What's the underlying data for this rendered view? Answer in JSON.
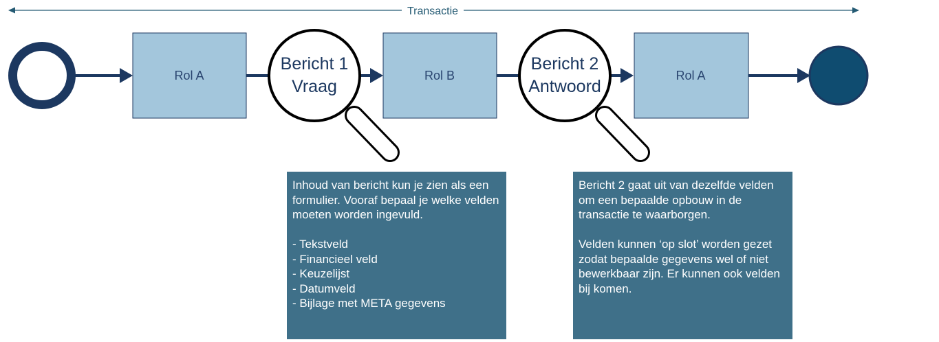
{
  "transaction": {
    "label": "Transactie"
  },
  "flow": {
    "role_boxes": [
      {
        "label": "Rol A"
      },
      {
        "label": "Rol B"
      },
      {
        "label": "Rol A"
      }
    ],
    "messages": [
      {
        "line1": "Bericht 1",
        "line2": "Vraag"
      },
      {
        "line1": "Bericht 2",
        "line2": "Antwoord"
      }
    ]
  },
  "notes": {
    "note1": {
      "intro": "Inhoud van bericht kun je zien als een formulier. Vooraf bepaal je welke velden moeten worden ingevuld.",
      "items": [
        "- Tekstveld",
        "- Financieel veld",
        "- Keuzelijst",
        "- Datumveld",
        "- Bijlage met META gegevens"
      ]
    },
    "note2": {
      "para1": "Bericht 2 gaat uit van dezelfde velden om een bepaalde opbouw in de transactie te waarborgen.",
      "para2": "Velden kunnen ‘op slot’ worden gezet zodat bepaalde gegevens wel of niet bewerkbaar zijn. Er kunnen ook velden bij komen."
    }
  },
  "colors": {
    "dark_navy": "#1c3860",
    "role_box_fill": "#a3c6dc",
    "end_event_fill": "#0f4c70",
    "note_fill": "#3f7089",
    "transaction_line": "#245a73",
    "text_on_box": "#2a4570"
  }
}
